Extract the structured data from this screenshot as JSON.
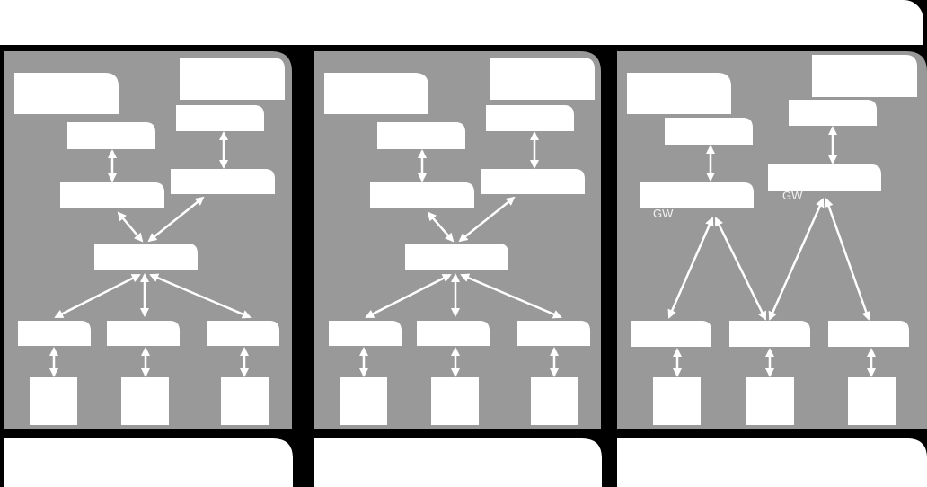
{
  "colors": {
    "background": "#000000",
    "panel": "#999999",
    "box": "#ffffff",
    "arrow": "#ffffff",
    "label": "#f2f2f2"
  },
  "diagram": {
    "panel_count": 3,
    "labels": {
      "gateway_left": "GW",
      "gateway_right": "GW"
    }
  }
}
